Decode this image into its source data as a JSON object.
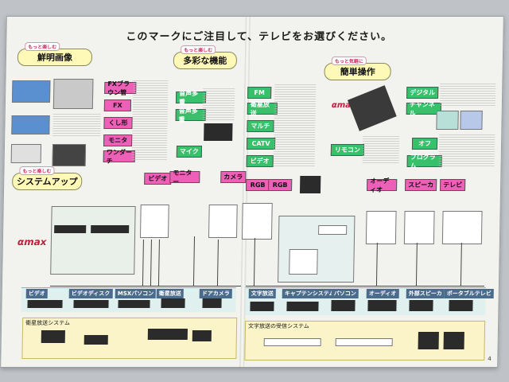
{
  "headline": "このマークにご注目して、テレビをお選びください。",
  "categories": {
    "picture": {
      "label": "鮮明画像",
      "sub": "もっと楽しむ"
    },
    "function": {
      "label": "多彩な機能",
      "sub": "もっと楽しむ"
    },
    "operation": {
      "label": "簡単操作",
      "sub": "もっと気軽に"
    },
    "system": {
      "label": "システムアップ",
      "sub": "もっと楽しむ"
    }
  },
  "picture_tags": [
    "FXブラウン管",
    "FX",
    "くし形",
    "モニタ",
    "ワンダーチ"
  ],
  "function_tags": [
    "音声多重",
    "音声多重",
    "マイク"
  ],
  "channel_tags": [
    "FM",
    "衛星放送",
    "マルチ",
    "CATV",
    "ビデオ"
  ],
  "operation_tags": [
    "デジタル",
    "チャンネル",
    "オフ",
    "プログラム"
  ],
  "remote_label": "リモコン",
  "logo": "αmax",
  "system_heading": "システムアップ",
  "av_tags": [
    "ビデオ",
    "モニター",
    "カメラ",
    "RGB",
    "RGB",
    "オーディオ",
    "スピーカ",
    "テレビ"
  ],
  "devices": [
    "ビデオ",
    "ビデオディスク",
    "MSXパソコン",
    "衛星放送",
    "ドアカメラ",
    "文字放送",
    "キャプテンシステム",
    "パソコン",
    "オーディオ",
    "外部スピーカ",
    "ポータブルテレビ"
  ],
  "bottom_left_label": "衛星放送システム",
  "bottom_right_label": "文字放送の受信システム",
  "page_number": "4"
}
